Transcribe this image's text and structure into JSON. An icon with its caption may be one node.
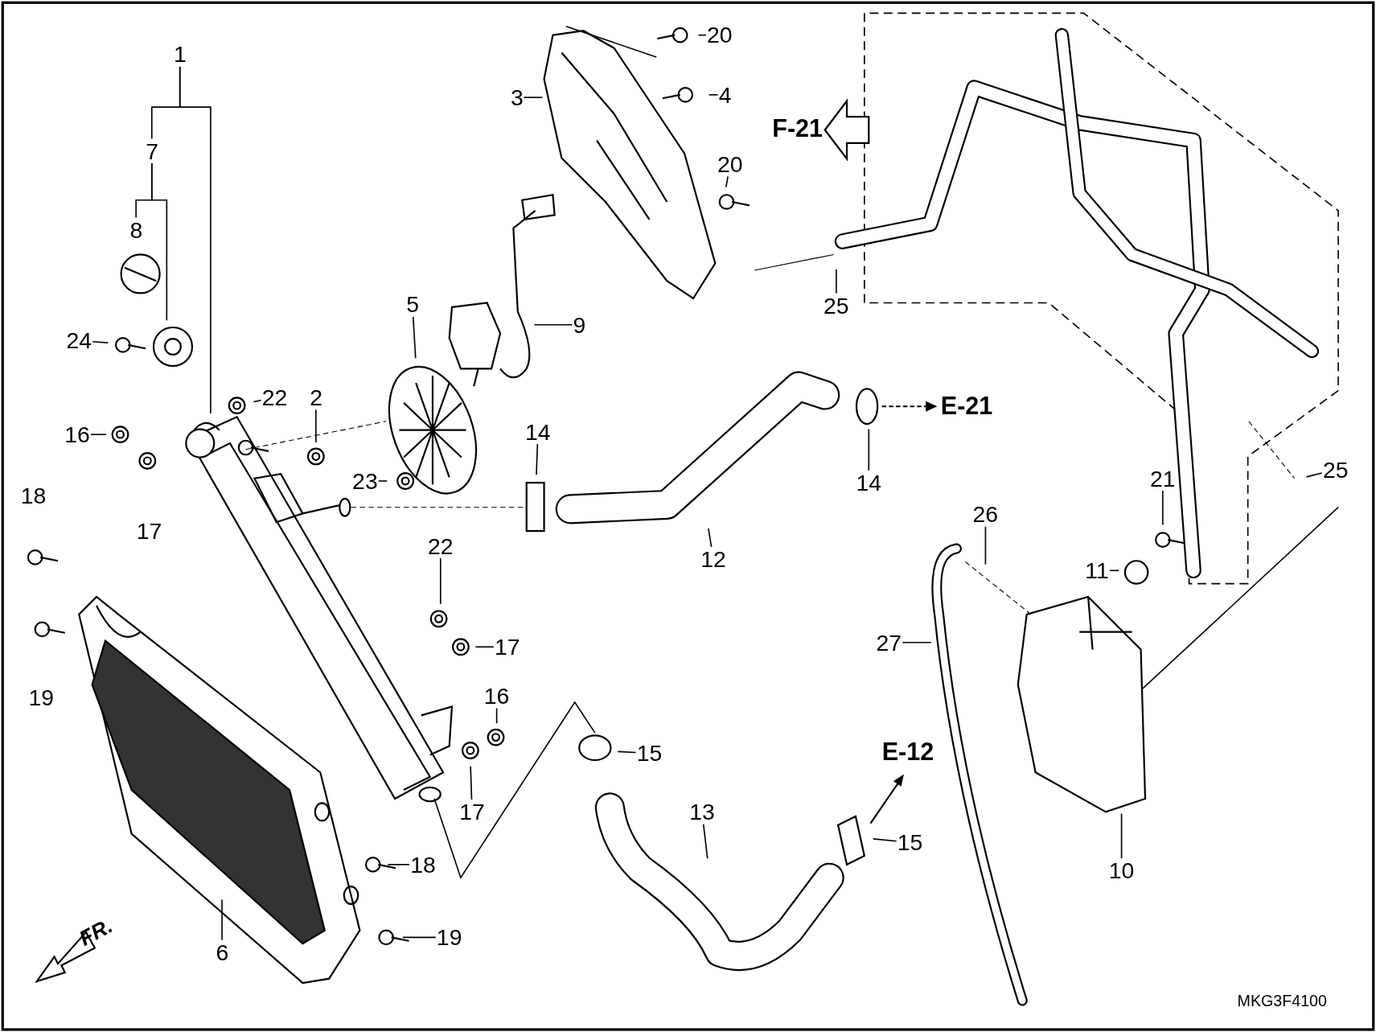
{
  "diagram": {
    "nodes": [
      {
        "text": [
          "1"
        ]
      },
      {
        "text": [
          "7"
        ]
      },
      {
        "text": [
          "8"
        ]
      },
      {
        "text": [
          "24"
        ]
      },
      {
        "text": [
          "16"
        ]
      },
      {
        "text": [
          "17"
        ]
      },
      {
        "text": [
          "18"
        ]
      },
      {
        "text": [
          "19"
        ]
      },
      {
        "text": [
          "22"
        ]
      },
      {
        "text": [
          "2"
        ]
      },
      {
        "text": [
          "5"
        ]
      },
      {
        "text": [
          "23"
        ]
      },
      {
        "text": [
          "14"
        ]
      },
      {
        "text": [
          "3"
        ]
      },
      {
        "text": [
          "20"
        ]
      },
      {
        "text": [
          "4"
        ]
      },
      {
        "text": [
          "20"
        ]
      },
      {
        "text": [
          "9"
        ]
      },
      {
        "text": [
          "25"
        ]
      },
      {
        "text": [
          "12"
        ]
      },
      {
        "text": [
          "14"
        ]
      },
      {
        "text": [
          "25"
        ]
      },
      {
        "text": [
          "21"
        ]
      },
      {
        "text": [
          "26"
        ]
      },
      {
        "text": [
          "11"
        ]
      },
      {
        "text": [
          "27"
        ]
      },
      {
        "text": [
          "22"
        ]
      },
      {
        "text": [
          "17"
        ]
      },
      {
        "text": [
          "16"
        ]
      },
      {
        "text": [
          "17"
        ]
      },
      {
        "text": [
          "15"
        ]
      },
      {
        "text": [
          "13"
        ]
      },
      {
        "text": [
          "15"
        ]
      },
      {
        "text": [
          "10"
        ]
      },
      {
        "text": [
          "6"
        ]
      },
      {
        "text": [
          "18"
        ]
      },
      {
        "text": [
          "19"
        ]
      }
    ],
    "edges": [
      {
        "from": 0,
        "to": 1,
        "arrow": "none"
      },
      {
        "from": 0,
        "to": null,
        "arrow": "none"
      },
      {
        "from": 1,
        "to": 2,
        "arrow": "none"
      },
      {
        "from": 1,
        "to": null,
        "arrow": "none"
      },
      {
        "from": 3,
        "to": null,
        "arrow": "none"
      },
      {
        "from": 4,
        "to": null,
        "arrow": "none"
      },
      {
        "from": 8,
        "to": null,
        "arrow": "none"
      },
      {
        "from": 9,
        "to": null,
        "arrow": "none"
      },
      {
        "from": 10,
        "to": null,
        "arrow": "none"
      },
      {
        "from": 11,
        "to": null,
        "arrow": "none"
      },
      {
        "from": 12,
        "to": null,
        "arrow": "none"
      },
      {
        "from": 13,
        "to": null,
        "arrow": "none"
      },
      {
        "from": 14,
        "to": null,
        "arrow": "none"
      },
      {
        "from": 15,
        "to": null,
        "arrow": "none"
      },
      {
        "from": 16,
        "to": null,
        "arrow": "none"
      },
      {
        "from": 17,
        "to": null,
        "arrow": "none"
      },
      {
        "from": 18,
        "to": null,
        "arrow": "none"
      },
      {
        "from": 19,
        "to": null,
        "arrow": "none"
      },
      {
        "from": 20,
        "to": null,
        "arrow": "none"
      },
      {
        "from": 21,
        "to": null,
        "arrow": "none"
      },
      {
        "from": 22,
        "to": null,
        "arrow": "none"
      },
      {
        "from": 23,
        "to": null,
        "arrow": "none"
      },
      {
        "from": 24,
        "to": null,
        "arrow": "none"
      },
      {
        "from": 25,
        "to": null,
        "arrow": "none"
      },
      {
        "from": 26,
        "to": null,
        "arrow": "none"
      },
      {
        "from": 27,
        "to": null,
        "arrow": "none"
      },
      {
        "from": 28,
        "to": null,
        "arrow": "none"
      },
      {
        "from": 29,
        "to": null,
        "arrow": "none"
      },
      {
        "from": 30,
        "to": null,
        "arrow": "none"
      },
      {
        "from": 31,
        "to": null,
        "arrow": "none"
      },
      {
        "from": 32,
        "to": null,
        "arrow": "none"
      },
      {
        "from": 33,
        "to": null,
        "arrow": "none"
      },
      {
        "from": 34,
        "to": null,
        "arrow": "none"
      },
      {
        "from": 35,
        "to": null,
        "arrow": "none"
      },
      {
        "from": 36,
        "to": null,
        "arrow": "none"
      }
    ],
    "labels": [
      "F-21",
      "E-21",
      "E-12",
      "FR.",
      "MKG3F4100"
    ]
  }
}
